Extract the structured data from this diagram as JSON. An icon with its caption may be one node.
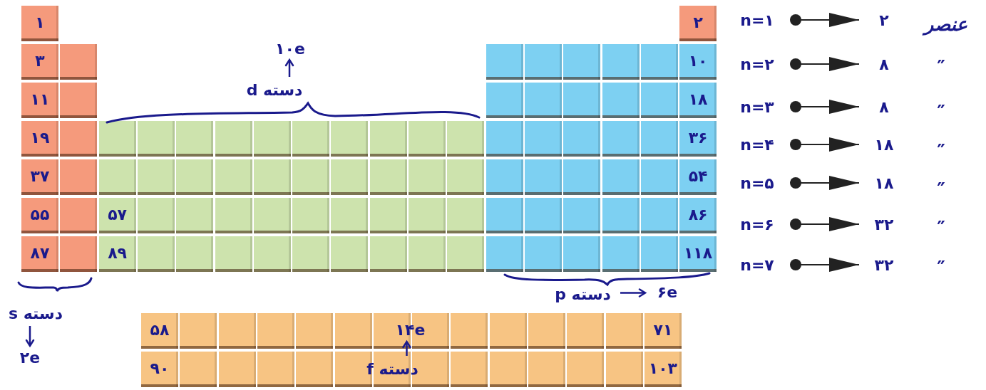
{
  "diagram": {
    "nodes": [
      {
        "text": [
          "n=۱"
        ]
      },
      {
        "text": [
          "n=۲"
        ]
      },
      {
        "text": [
          "n=۳"
        ]
      },
      {
        "text": [
          "n=۴"
        ]
      },
      {
        "text": [
          "n=۵"
        ]
      },
      {
        "text": [
          "n=۶"
        ]
      },
      {
        "text": [
          "n=۷"
        ]
      },
      {
        "text": [
          "۲"
        ]
      },
      {
        "text": [
          "۸"
        ]
      },
      {
        "text": [
          "۸"
        ]
      },
      {
        "text": [
          "۱۸"
        ]
      },
      {
        "text": [
          "۱۸"
        ]
      },
      {
        "text": [
          "۳۲"
        ]
      },
      {
        "text": [
          "۳۲"
        ]
      },
      {
        "text": [
          "دسته d"
        ]
      },
      {
        "text": [
          "۱۰e"
        ]
      },
      {
        "text": [
          "دسته s"
        ]
      },
      {
        "text": [
          "۲e"
        ]
      },
      {
        "text": [
          "دسته p"
        ]
      },
      {
        "text": [
          "۶e"
        ]
      },
      {
        "text": [
          "دسته f"
        ]
      },
      {
        "text": [
          "۱۴e"
        ]
      }
    ],
    "edges": [
      {
        "from": 0,
        "to": 7,
        "arrow": "to"
      },
      {
        "from": 1,
        "to": 8,
        "arrow": "to"
      },
      {
        "from": 2,
        "to": 9,
        "arrow": "to"
      },
      {
        "from": 3,
        "to": 10,
        "arrow": "to"
      },
      {
        "from": 4,
        "to": 11,
        "arrow": "to"
      },
      {
        "from": 5,
        "to": 12,
        "arrow": "to"
      },
      {
        "from": 6,
        "to": 13,
        "arrow": "to"
      },
      {
        "from": 14,
        "to": 15,
        "arrow": "to",
        "color": "#1a1a8c"
      },
      {
        "from": 16,
        "to": 17,
        "arrow": "to",
        "color": "#1a1a8c"
      },
      {
        "from": 18,
        "to": 19,
        "arrow": "to",
        "color": "#1a1a8c"
      },
      {
        "from": 20,
        "to": 21,
        "arrow": "to",
        "color": "#1a1a8c"
      }
    ],
    "labels": [
      "۱",
      "۲",
      "عنصر",
      "۳",
      "۱۰",
      "″",
      "۱۱",
      "۱۸",
      "″",
      "۱۹",
      "۳۶",
      "″",
      "۳۷",
      "۵۴",
      "″",
      "۵۵",
      "۵۷",
      "۸۶",
      "″",
      "۸۷",
      "۸۹",
      "۱۱۸",
      "″",
      "۵۸",
      "۷۱",
      "۹۰",
      "۱۰۳"
    ]
  }
}
